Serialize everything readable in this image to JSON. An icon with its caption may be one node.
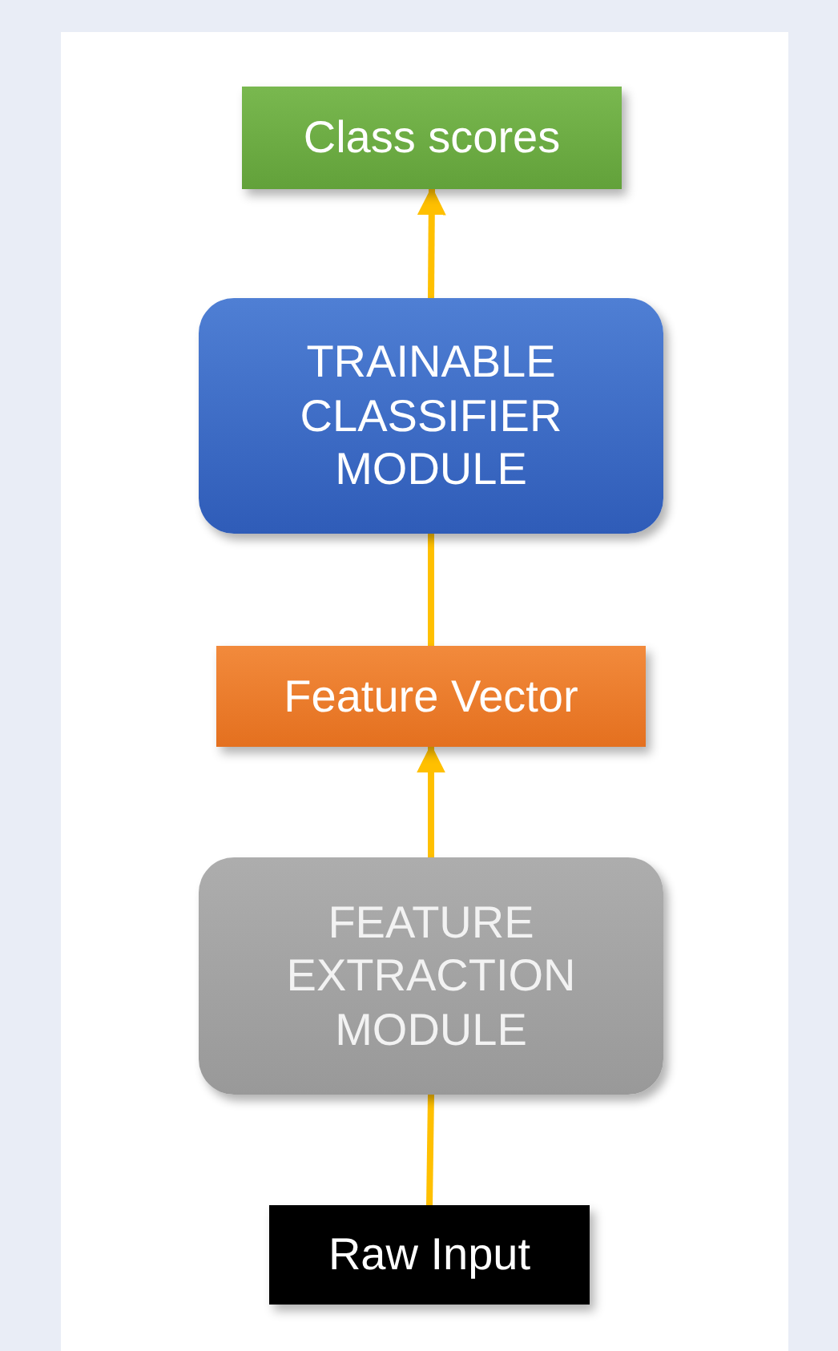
{
  "diagram": {
    "nodes": [
      {
        "text": [
          "Class scores"
        ]
      },
      {
        "text": [
          "TRAINABLE CLASSIFIER MODULE"
        ]
      },
      {
        "text": [
          "Feature Vector"
        ]
      },
      {
        "text": [
          "FEATURE EXTRACTION MODULE"
        ]
      },
      {
        "text": [
          "Raw Input"
        ]
      }
    ],
    "edges": [
      {
        "from": 4,
        "to": 3,
        "arrow": "none"
      },
      {
        "from": 3,
        "to": 2,
        "arrow": "to"
      },
      {
        "from": 2,
        "to": 1,
        "arrow": "none"
      },
      {
        "from": 1,
        "to": 0,
        "arrow": "to"
      }
    ]
  }
}
